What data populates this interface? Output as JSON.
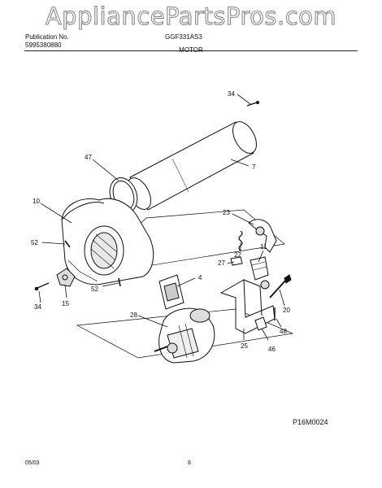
{
  "watermark": "AppliancePartsPros.com",
  "header": {
    "publication_label": "Publication No.",
    "publication_number": "5995380880",
    "model": "GGF331AS3",
    "section_title": "MOTOR"
  },
  "diagram": {
    "callouts": [
      "34",
      "7",
      "47",
      "10",
      "52",
      "23",
      "22",
      "27",
      "11",
      "4",
      "52",
      "15",
      "34",
      "20",
      "28",
      "48",
      "25",
      "46"
    ]
  },
  "footer": {
    "ref_code": "P16M0024",
    "date": "05/03",
    "page": "8"
  }
}
